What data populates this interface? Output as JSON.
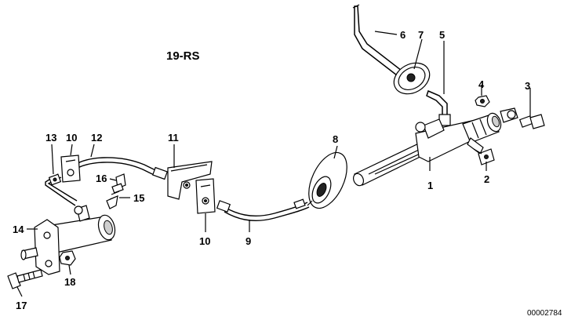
{
  "diagram": {
    "title": "19-RS",
    "reference": "00002784",
    "callouts": [
      {
        "id": "c1",
        "text": "1"
      },
      {
        "id": "c2",
        "text": "2"
      },
      {
        "id": "c3",
        "text": "3"
      },
      {
        "id": "c4",
        "text": "4"
      },
      {
        "id": "c5",
        "text": "5"
      },
      {
        "id": "c6",
        "text": "6"
      },
      {
        "id": "c7",
        "text": "7"
      },
      {
        "id": "c8",
        "text": "8"
      },
      {
        "id": "c9",
        "text": "9"
      },
      {
        "id": "c10a",
        "text": "10"
      },
      {
        "id": "c10b",
        "text": "10"
      },
      {
        "id": "c11",
        "text": "11"
      },
      {
        "id": "c12",
        "text": "12"
      },
      {
        "id": "c13",
        "text": "13"
      },
      {
        "id": "c14",
        "text": "14"
      },
      {
        "id": "c15",
        "text": "15"
      },
      {
        "id": "c16",
        "text": "16"
      },
      {
        "id": "c17",
        "text": "17"
      },
      {
        "id": "c18",
        "text": "18"
      }
    ]
  }
}
